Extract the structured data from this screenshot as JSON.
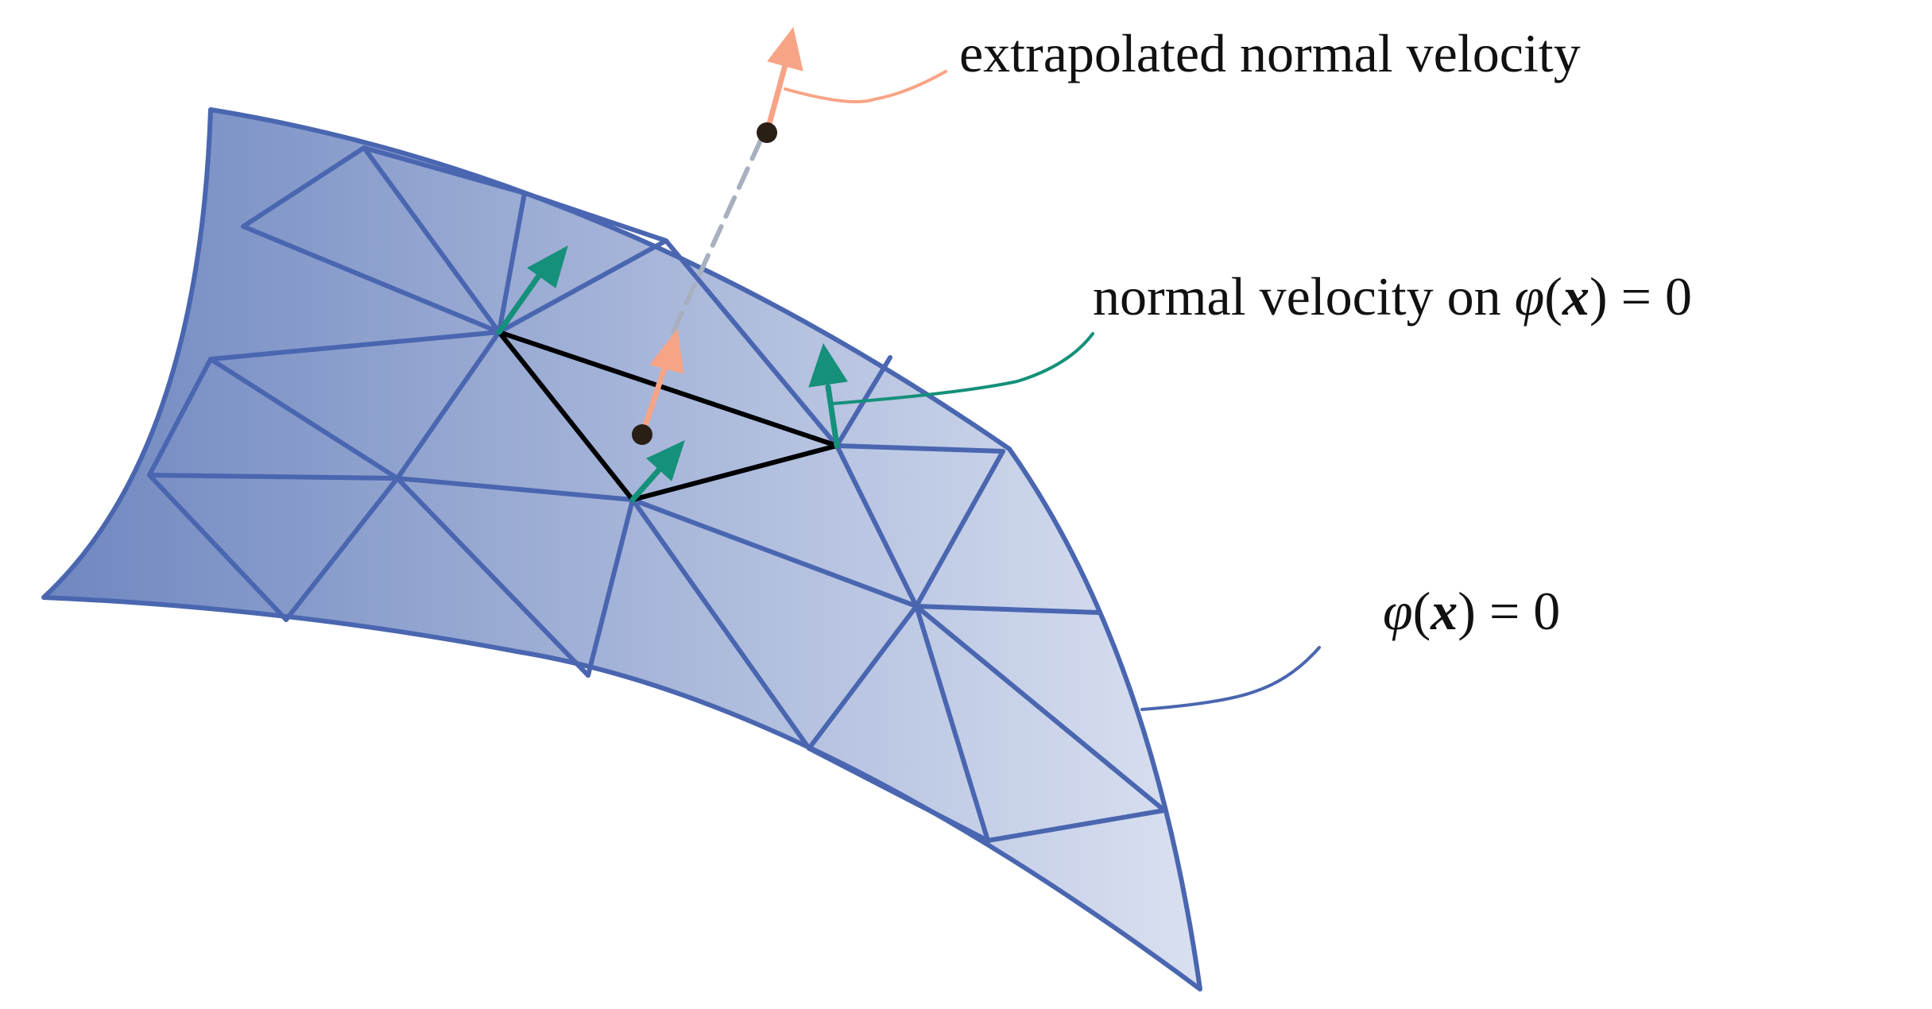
{
  "labels": {
    "extrapolated": "extrapolated normal velocity",
    "normal_prefix": "normal velocity on",
    "phi": "φ",
    "open_paren": "(",
    "x": "x",
    "close_paren": ")",
    "equals_zero": "= 0"
  },
  "colors": {
    "surface_dark": "#6f87c0",
    "surface_light": "#d9e0f0",
    "mesh_edge": "#4a66b0",
    "highlight_triangle": "#000000",
    "surface_velocity": "#15907a",
    "extrapolated_velocity": "#f7a486",
    "projection_line": "#a8b0c0",
    "point": "#2a1f14"
  },
  "icons": {
    "surface_arrow": "arrow-icon",
    "extrapolated_arrow": "arrow-icon",
    "points": "dot-icon"
  }
}
